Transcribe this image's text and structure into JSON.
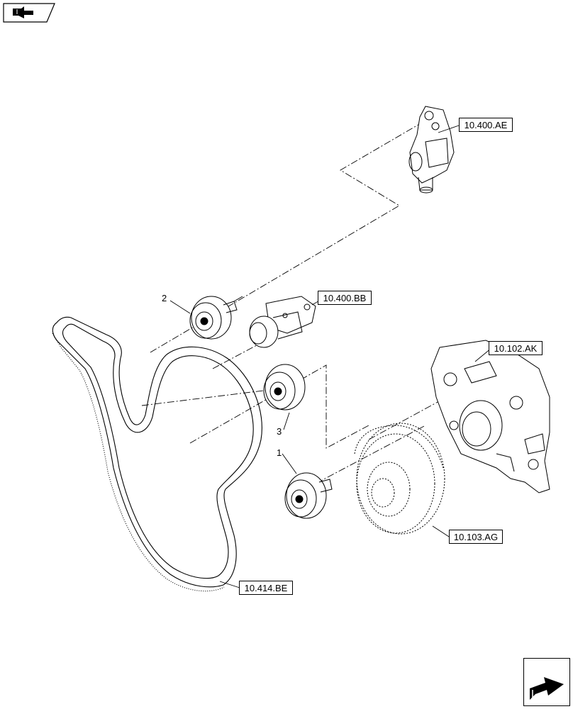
{
  "diagram": {
    "part_references": {
      "water_pump": "10.400.AE",
      "thermostat_housing": "10.400.BB",
      "timing_cover": "10.102.AK",
      "vibration_damper": "10.103.AG",
      "drive_belt": "10.414.BE"
    },
    "item_numbers": {
      "idler_pulley": "1",
      "tensioner_pulley": "2",
      "guide_pulley": "3"
    },
    "icons": {
      "top_left": "book-arrow-icon",
      "bottom_right": "next-page-arrow-icon"
    }
  }
}
